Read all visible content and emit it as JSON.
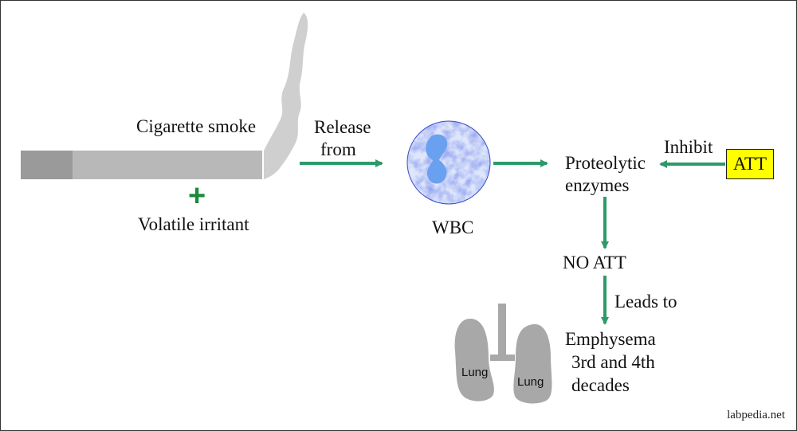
{
  "labels": {
    "cigarette_smoke": "Cigarette smoke",
    "plus": "+",
    "volatile_irritant": "Volatile irritant",
    "release": "Release",
    "from": "from",
    "wbc": "WBC",
    "proteolytic": "Proteolytic",
    "enzymes": "enzymes",
    "inhibit": "Inhibit",
    "att": "ATT",
    "no_att": "NO ATT",
    "leads_to": "Leads to",
    "emphysema": "Emphysema",
    "decades_line1": "3rd and 4th",
    "decades_line2": "decades",
    "lung_left": "Lung",
    "lung_right": "Lung",
    "watermark": "labpedia.net"
  },
  "colors": {
    "arrow": "#2e9a6a",
    "plus": "#1a8a3a",
    "att_box": "#ffff00",
    "cigarette_filter": "#9a9a9a",
    "cigarette_body": "#b8b8b8",
    "smoke": "#cfcfcf",
    "lung": "#a8a8a8",
    "wbc_cell": "#4a5ed8",
    "wbc_nucleus": "#6aa0f0"
  }
}
